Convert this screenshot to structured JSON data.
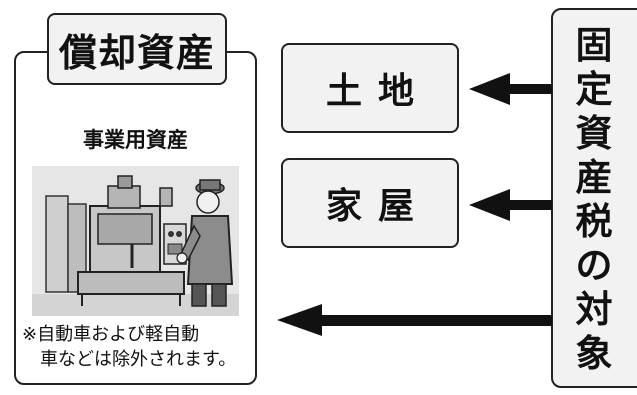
{
  "depreciable_assets": {
    "title": "償却資産",
    "subtitle": "事業用資産",
    "illustration_alt": "factory-worker-illustration",
    "note_line1": "※自動車および軽自動",
    "note_line2": "車などは除外されます。"
  },
  "land": {
    "label": "土地"
  },
  "house": {
    "label": "家屋"
  },
  "fixed_asset_tax": {
    "chars": [
      "固",
      "定",
      "資",
      "産",
      "税",
      "の",
      "対",
      "象"
    ]
  },
  "colors": {
    "border": "#222222",
    "box_fill": "#f2f2f2",
    "arrow": "#111111"
  }
}
